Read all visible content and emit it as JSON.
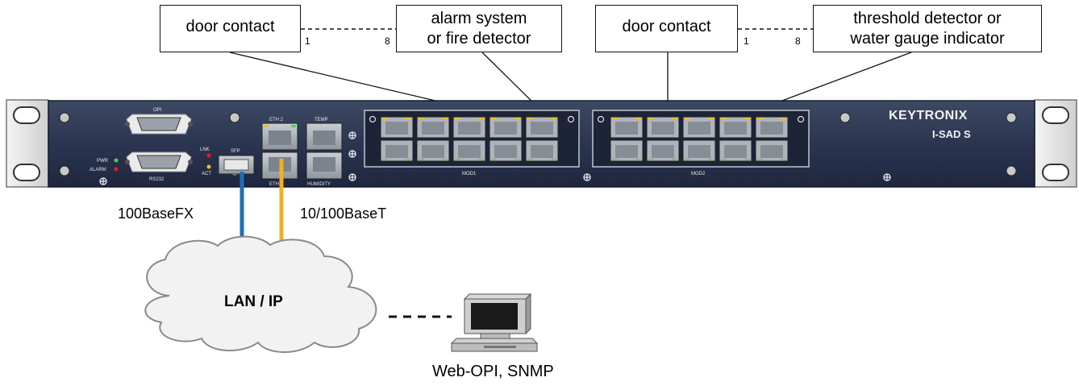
{
  "callouts": {
    "door_contact_1": "door contact",
    "alarm_line1": "alarm system",
    "alarm_line2": "or fire detector",
    "door_contact_2": "door contact",
    "threshold_line1": "threshold detector or",
    "threshold_line2": "water gauge indicator"
  },
  "pins": {
    "mod1_first": "1",
    "mod1_last": "8",
    "mod2_first": "1",
    "mod2_last": "8"
  },
  "device": {
    "brand": "KEYTRONIX",
    "model": "I-SAD S",
    "opi_label": "OPI",
    "rs232_label": "RS232",
    "pwr_label": "PWR",
    "alarm_label": "ALARM",
    "lnk_label": "LNK",
    "act_label": "ACT",
    "sfp_label": "SFP",
    "eth2_label": "ETH 2",
    "eth1_label": "ETH 1",
    "temp_label": "TEMP",
    "humidity_label": "HUMIDITY",
    "mod1_label": "MOD1",
    "mod2_label": "MOD2"
  },
  "connections": {
    "fiber_label": "100BaseFX",
    "copper_label": "10/100BaseT",
    "fiber_color": "#1f6fb8",
    "copper_color": "#f2b01e"
  },
  "network": {
    "cloud_label": "LAN / IP",
    "pc_label": "Web-OPI, SNMP"
  }
}
